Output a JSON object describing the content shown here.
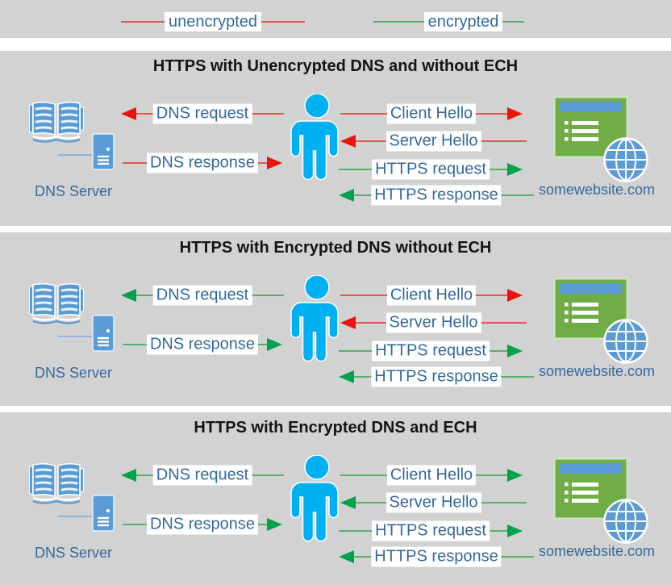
{
  "legend": {
    "items": [
      {
        "label": "unencrypted",
        "color": "red"
      },
      {
        "label": "encrypted",
        "color": "green"
      }
    ]
  },
  "colors": {
    "unencrypted_line": "#df584e",
    "unencrypted_arrowhead": "#e9150b",
    "encrypted_line": "#55b169",
    "encrypted_arrowhead": "#00a24b",
    "panel_background": "#d2d2d2",
    "label_text": "#35699c",
    "title_text": "#141414",
    "dns_icon_blue": "#5b9bd5",
    "person_blue": "#00b0f0",
    "website_green": "#70ad47"
  },
  "panels": [
    {
      "title": "HTTPS with Unencrypted DNS and without ECH",
      "dns_server_label": "DNS Server",
      "website_label": "somewebsite.com",
      "messages": [
        {
          "label": "DNS request",
          "color": "red"
        },
        {
          "label": "DNS response",
          "color": "red"
        },
        {
          "label": "Client Hello",
          "color": "red"
        },
        {
          "label": "Server Hello",
          "color": "red"
        },
        {
          "label": "HTTPS request",
          "color": "green"
        },
        {
          "label": "HTTPS response",
          "color": "green"
        }
      ]
    },
    {
      "title": "HTTPS with Encrypted DNS without ECH",
      "dns_server_label": "DNS Server",
      "website_label": "somewebsite.com",
      "messages": [
        {
          "label": "DNS request",
          "color": "green"
        },
        {
          "label": "DNS response",
          "color": "green"
        },
        {
          "label": "Client Hello",
          "color": "red"
        },
        {
          "label": "Server Hello",
          "color": "red"
        },
        {
          "label": "HTTPS request",
          "color": "green"
        },
        {
          "label": "HTTPS response",
          "color": "green"
        }
      ]
    },
    {
      "title": "HTTPS with Encrypted DNS and ECH",
      "dns_server_label": "DNS Server",
      "website_label": "somewebsite.com",
      "messages": [
        {
          "label": "DNS request",
          "color": "green"
        },
        {
          "label": "DNS response",
          "color": "green"
        },
        {
          "label": "Client Hello",
          "color": "green"
        },
        {
          "label": "Server Hello",
          "color": "green"
        },
        {
          "label": "HTTPS request",
          "color": "green"
        },
        {
          "label": "HTTPS response",
          "color": "green"
        }
      ]
    }
  ]
}
